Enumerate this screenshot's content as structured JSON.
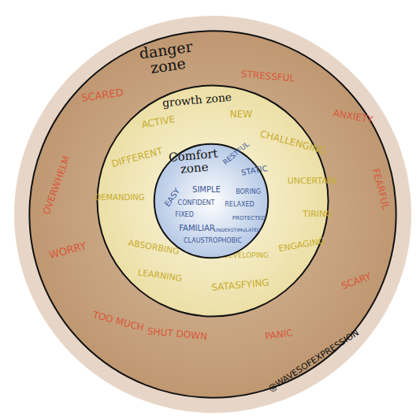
{
  "diagram": {
    "nodes": [
      {
        "text": [
          "danger zone",
          "STRESSFUL",
          "SCARED",
          "ANXIETY",
          "OVERWHELM",
          "FEARFUL",
          "WORRY",
          "SCARY",
          "TOO MUCH",
          "SHUT DOWN",
          "PANIC"
        ]
      },
      {
        "text": [
          "growth zone",
          "ACTIVE",
          "NEW",
          "DIFFERENT",
          "CHALLENGING",
          "UNCERTAIN",
          "DEMANDING",
          "TIRING",
          "ENGAGING",
          "ABSORBING",
          "LEARNING",
          "DEVELOPING",
          "SATASFYING"
        ],
        "in": 0
      },
      {
        "text": [
          "Comfort zone",
          "RESTFUL",
          "STATIC",
          "EASY",
          "SIMPLE",
          "BORING",
          "CONFIDENT",
          "RELAXED",
          "FIXED",
          "PROTECTED",
          "FAMILIAR",
          "UNDERSTIMULATED",
          "CLAUSTROPHOBIC"
        ],
        "in": 1
      }
    ],
    "labels": [
      "@WAVESOFEXPRESSION"
    ]
  }
}
